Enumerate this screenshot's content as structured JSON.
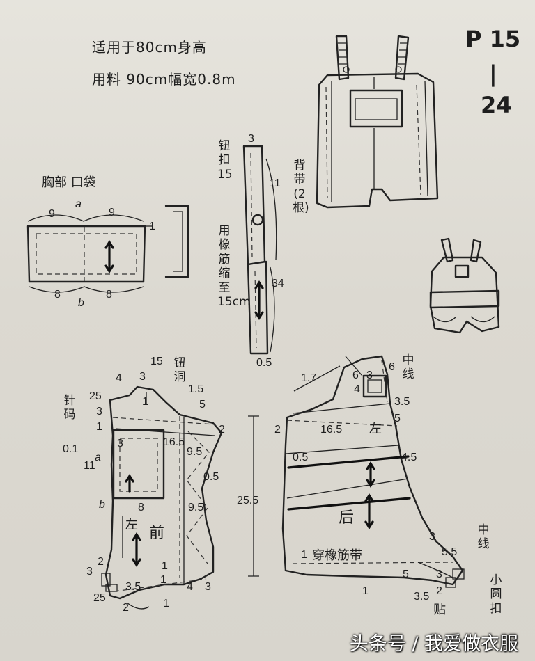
{
  "header": {
    "spec_line1": "适用于80cm身高",
    "spec_line2": "用料   90cm幅宽0.8m",
    "page_code_top": "P 15",
    "page_code_dash": "|",
    "page_code_bottom": "24"
  },
  "pocket": {
    "title": "胸部 口袋",
    "top_left": "9",
    "top_mark": "a",
    "top_right": "9",
    "side": "1",
    "bottom_left": "8",
    "bottom_mark": "b",
    "bottom_right": "8"
  },
  "strap": {
    "button_label": "钮扣15",
    "elastic_label": "用橡筋缩至15cm",
    "title": "背带(2根)",
    "width": "3",
    "top_len": "11",
    "bottom_len": "34",
    "bottom_width": "0.5"
  },
  "front": {
    "label": "前",
    "left_mark": "左",
    "margin_label": "针码",
    "margin_value": "0.1",
    "buttonhole": "钮洞",
    "mark_a": "a",
    "mark_b": "b",
    "n_15": "15",
    "n_25_top": "25",
    "n_4": "4",
    "n_3_top": "3",
    "n_1_top": "1",
    "n_15b": "1.5",
    "n_5": "5",
    "n_2": "2",
    "n_3_a": "3",
    "n_1_a": "1",
    "n_3_b": "3",
    "n_165": "16.5",
    "n_11": "11",
    "n_95a": "9.5",
    "n_05": "0.5",
    "n_95b": "9.5",
    "n_8": "8",
    "n_2_left": "2",
    "n_3_left": "3",
    "n_25_bot": "25",
    "n_35": "3.5",
    "n_1_bot": "1",
    "n_1_bot2": "1",
    "n_4_bot": "4",
    "n_3_bot": "3",
    "n_2_bot": "2",
    "n_1_foot": "1"
  },
  "back": {
    "label": "后",
    "left_mark": "左",
    "center_line": "中线",
    "elastic_band": "穿橡筋带",
    "n_17": "1.7",
    "n_6a": "6",
    "n_3": "3",
    "n_6b": "6",
    "n_4": "4",
    "n_35": "3.5",
    "n_5": "5",
    "n_2": "2",
    "n_165": "16.5",
    "n_05": "0.5",
    "n_45": "4.5",
    "n_1": "1",
    "n_3_crotch": "3",
    "n_55": "5.5",
    "n_5_bot": "5",
    "n_3_bot": "3",
    "n_1_bot": "1",
    "n_35_bot": "3.5",
    "n_2_bot": "2"
  },
  "side_measure": "25.5",
  "right_notes": {
    "center_line": "中线",
    "small_button": "小圆扣",
    "snap": "贴"
  },
  "watermark": "头条号 / 我爱做衣服"
}
